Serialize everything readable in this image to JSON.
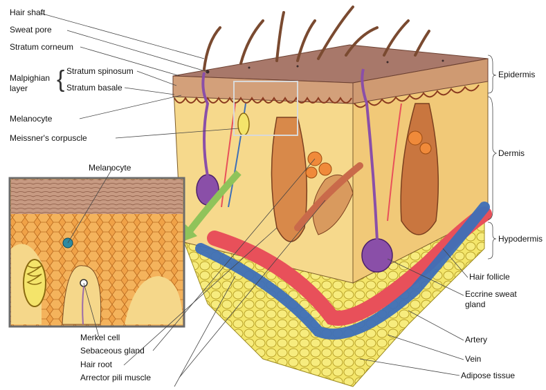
{
  "labels": {
    "hair_shaft": "Hair shaft",
    "sweat_pore": "Sweat pore",
    "stratum_corneum": "Stratum corneum",
    "malpighian_layer_line1": "Malpighian",
    "malpighian_layer_line2": "layer",
    "stratum_spinosum": "Stratum spinosum",
    "stratum_basale": "Stratum basale",
    "melanocyte": "Melanocyte",
    "meissners_corpuscle": "Meissner's corpuscle",
    "inset_melanocyte": "Melanocyte",
    "merkel_cell": "Merkel cell",
    "sebaceous_gland": "Sebaceous gland",
    "hair_root": "Hair root",
    "arrector_pili_muscle": "Arrector pili muscle",
    "epidermis": "Epidermis",
    "dermis": "Dermis",
    "hypodermis": "Hypodermis",
    "hair_follicle": "Hair follicle",
    "eccrine_sweat_gland_line1": "Eccrine sweat",
    "eccrine_sweat_gland_line2": "gland",
    "artery": "Artery",
    "vein": "Vein",
    "adipose_tissue": "Adipose tissue"
  },
  "colors": {
    "epidermis_surface": "#b8816a",
    "dermis": "#f3d58a",
    "hypodermis_fat": "#f2e35a",
    "artery": "#e8505a",
    "vein": "#3d6fb8",
    "sweat_gland": "#8a4fa8",
    "hair": "#7a4a30",
    "inset_cells": "#e8943a",
    "inset_frame": "#6b6b6b"
  }
}
